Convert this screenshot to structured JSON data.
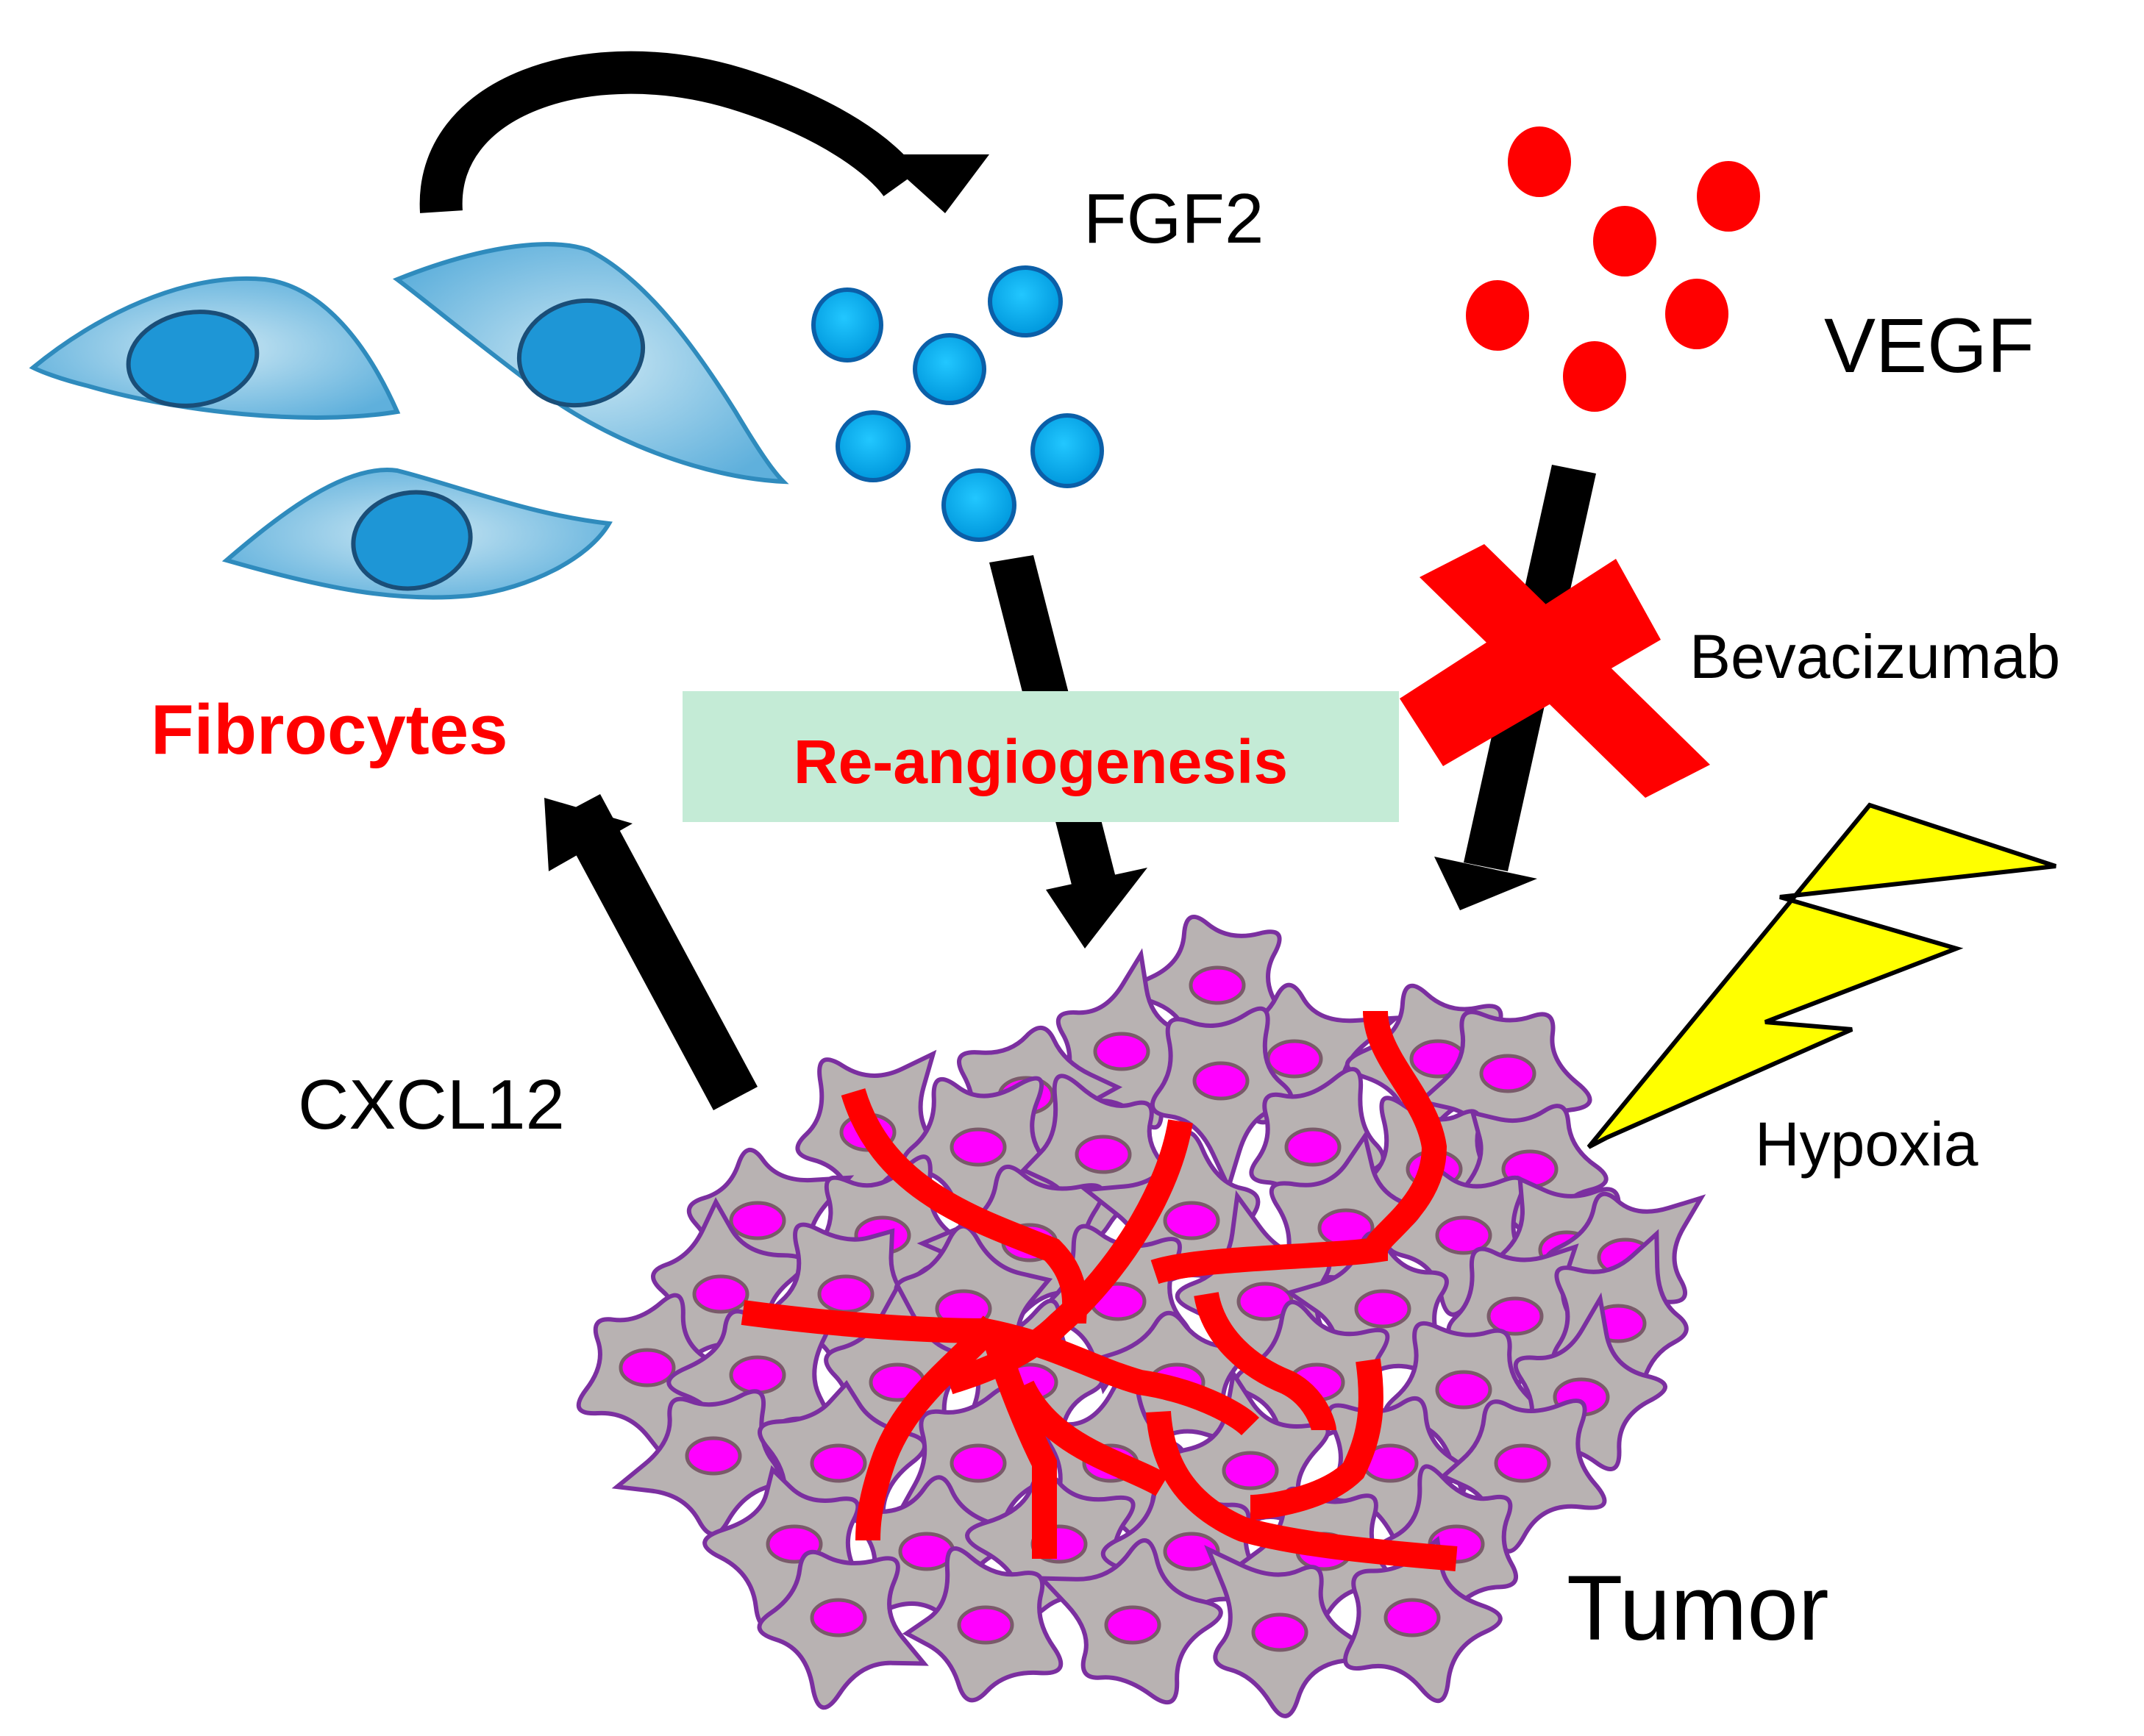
{
  "labels": {
    "fibrocytes": "Fibrocytes",
    "fgf2": "FGF2",
    "vegf": "VEGF",
    "re_angiogenesis": "Re-angiogenesis",
    "bevacizumab": "Bevacizumab",
    "cxcl12": "CXCL12",
    "hypoxia": "Hypoxia",
    "tumor": "Tumor"
  },
  "colors": {
    "arrow": "#000000",
    "fgf2_dot": "#00a2e8",
    "vegf_dot": "#ff0000",
    "vessel": "#ff0000",
    "block_cross": "#ff0000",
    "lightning": "#ffff00",
    "tumor_cell_fill": "#b8b2b2",
    "tumor_cell_outline": "#7b2fa0",
    "tumor_nucleus": "#ff00ff",
    "fibrocyte_fill": "#9ecfe8",
    "fibrocyte_nucleus": "#1e96d6",
    "banner_fill": "#c4ebd6"
  }
}
